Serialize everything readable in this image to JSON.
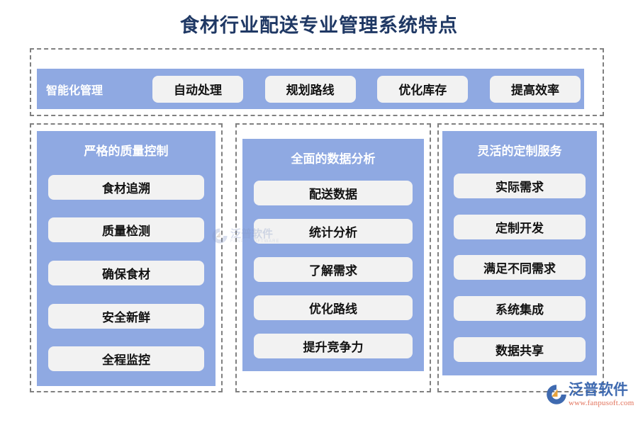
{
  "page": {
    "title": "食材行业配送专业管理系统特点",
    "title_color": "#1F3864",
    "background": "#FFFFFF"
  },
  "theme": {
    "panel_blue": "#8FA9E2",
    "chip_gray": "#F2F2F2",
    "dashed_border": "#808080",
    "chip_text": "#121212",
    "heading_text": "#FFFFFF"
  },
  "top_section": {
    "label": "智能化管理",
    "chips": [
      {
        "label": "自动处理"
      },
      {
        "label": "规划路线"
      },
      {
        "label": "优化库存"
      },
      {
        "label": "提高效率"
      }
    ]
  },
  "columns": [
    {
      "heading": "严格的质量控制",
      "items": [
        {
          "label": "食材追溯"
        },
        {
          "label": "质量检测"
        },
        {
          "label": "确保食材"
        },
        {
          "label": "安全新鲜"
        },
        {
          "label": "全程监控"
        }
      ]
    },
    {
      "heading": "全面的数据分析",
      "items": [
        {
          "label": "配送数据"
        },
        {
          "label": "统计分析"
        },
        {
          "label": "了解需求"
        },
        {
          "label": "优化路线"
        },
        {
          "label": "提升竞争力"
        }
      ]
    },
    {
      "heading": "灵活的定制服务",
      "items": [
        {
          "label": "实际需求"
        },
        {
          "label": "定制开发"
        },
        {
          "label": "满足不同需求"
        },
        {
          "label": "系统集成"
        },
        {
          "label": "数据共享"
        }
      ]
    }
  ],
  "watermark": {
    "name_cn": "泛普软件",
    "name_en": "FANPU SOFTWARE"
  },
  "brand": {
    "name_cn": "泛普软件",
    "url": "www.fanpusoft.com",
    "mark_blue": "#3F6AB0",
    "mark_orange": "#E8A33D",
    "url_color": "#E2725B"
  }
}
